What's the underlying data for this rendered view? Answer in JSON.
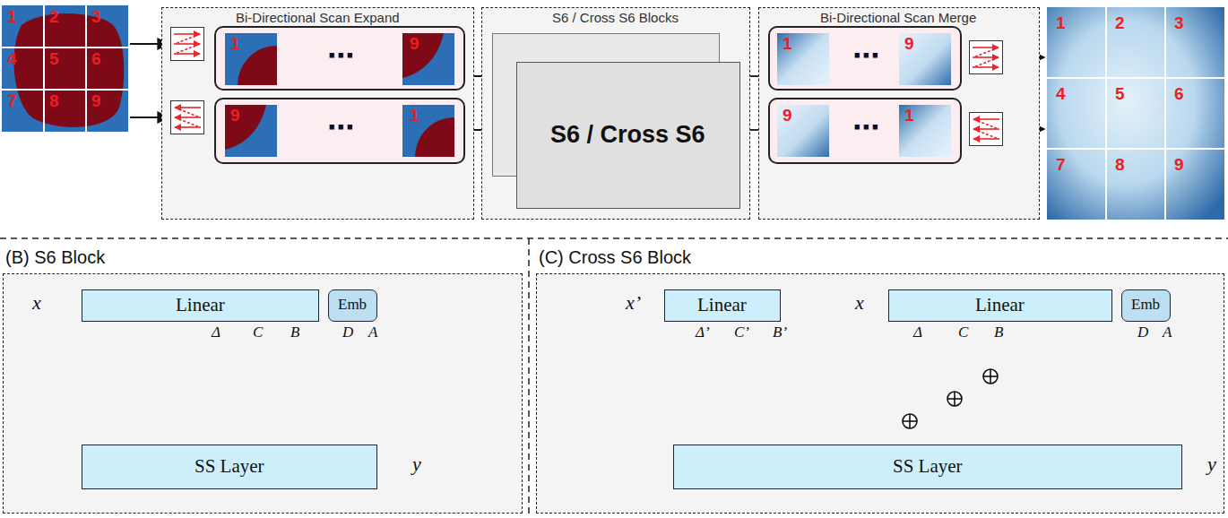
{
  "diagram": {
    "nodes": [
      {
        "text": [
          "Bi-Directional Scan Expand"
        ]
      },
      {
        "text": [
          "1",
          "⋯",
          "9"
        ],
        "in": 0
      },
      {
        "text": [
          "9",
          "⋯",
          "1"
        ],
        "in": 0
      },
      {
        "text": [
          "S6 / Cross S6 Blocks"
        ]
      },
      {
        "text": [
          "S6 / Cross S6"
        ],
        "in": 3
      },
      {
        "text": [
          "Bi-Directional Scan Merge"
        ]
      },
      {
        "text": [
          "1",
          "⋯",
          "9"
        ],
        "in": 5
      },
      {
        "text": [
          "9",
          "⋯",
          "1"
        ],
        "in": 5
      },
      {
        "text": [
          "(B) S6 Block"
        ]
      },
      {
        "text": [
          "Linear"
        ],
        "in": 8
      },
      {
        "text": [
          "Emb"
        ],
        "in": 8
      },
      {
        "text": [
          "SS Layer"
        ],
        "in": 8
      },
      {
        "text": [
          "(C) Cross S6 Block"
        ]
      },
      {
        "text": [
          "Linear"
        ],
        "in": 12
      },
      {
        "text": [
          "Linear"
        ],
        "in": 12
      },
      {
        "text": [
          "Emb"
        ],
        "in": 12
      },
      {
        "text": [
          "SS Layer"
        ],
        "in": 12
      }
    ],
    "edges": [
      {
        "from": 1,
        "to": 4,
        "arrow": "to"
      },
      {
        "from": 2,
        "to": 4,
        "arrow": "to"
      },
      {
        "from": 4,
        "to": 6,
        "arrow": "to"
      },
      {
        "from": 4,
        "to": 7,
        "arrow": "to"
      },
      {
        "from": 9,
        "to": 11,
        "label": "Δ",
        "arrow": "to"
      },
      {
        "from": 9,
        "to": 11,
        "label": "C",
        "arrow": "to"
      },
      {
        "from": 9,
        "to": 11,
        "label": "B",
        "arrow": "to"
      },
      {
        "from": 10,
        "to": 11,
        "label": "D",
        "arrow": "to"
      },
      {
        "from": 10,
        "to": 11,
        "label": "A",
        "arrow": "to"
      },
      {
        "from": 14,
        "to": 16,
        "label": "Δ",
        "arrow": "to"
      },
      {
        "from": 14,
        "to": 16,
        "label": "C",
        "arrow": "to"
      },
      {
        "from": 14,
        "to": 16,
        "label": "B",
        "arrow": "to"
      },
      {
        "from": 15,
        "to": 16,
        "label": "D",
        "arrow": "to"
      },
      {
        "from": 15,
        "to": 16,
        "label": "A",
        "arrow": "to"
      },
      {
        "from": 13,
        "to": 16,
        "label": "Δ’",
        "arrow": "to"
      },
      {
        "from": 13,
        "to": 16,
        "label": "C’",
        "arrow": "to"
      },
      {
        "from": 13,
        "to": 16,
        "label": "B’",
        "arrow": "to"
      }
    ],
    "labels": [
      "1",
      "2",
      "3",
      "4",
      "5",
      "6",
      "7",
      "8",
      "9",
      "1",
      "2",
      "3",
      "4",
      "5",
      "6",
      "7",
      "8",
      "9",
      "x",
      "y",
      "x’",
      "x",
      "y"
    ]
  }
}
